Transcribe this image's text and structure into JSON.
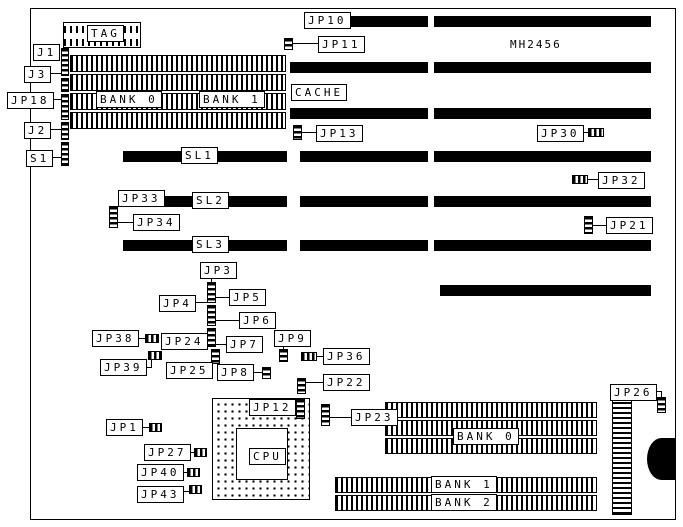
{
  "board": {
    "part_number": "MH2456"
  },
  "colors": {
    "background": "#ffffff",
    "ink": "#000000",
    "slot_fill": "#000000"
  },
  "labels": {
    "tag": "TAG",
    "j1": "J1",
    "j3": "J3",
    "jp18": "JP18",
    "j2": "J2",
    "s1": "S1",
    "bank0_top": "BANK 0",
    "bank1_top": "BANK 1",
    "cache": "CACHE",
    "jp10": "JP10",
    "jp11": "JP11",
    "jp13": "JP13",
    "jp30": "JP30",
    "jp32": "JP32",
    "jp21": "JP21",
    "jp33": "JP33",
    "jp34": "JP34",
    "sl1": "SL1",
    "sl2": "SL2",
    "sl3": "SL3",
    "jp3": "JP3",
    "jp4": "JP4",
    "jp5": "JP5",
    "jp6": "JP6",
    "jp38": "JP38",
    "jp24": "JP24",
    "jp7": "JP7",
    "jp9": "JP9",
    "jp39": "JP39",
    "jp25": "JP25",
    "jp8": "JP8",
    "jp36": "JP36",
    "jp22": "JP22",
    "jp12": "JP12",
    "jp23": "JP23",
    "jp1": "JP1",
    "jp27": "JP27",
    "cpu": "CPU",
    "jp40": "JP40",
    "jp43": "JP43",
    "jp26": "JP26",
    "bank0_bottom": "BANK 0",
    "bank1_bottom": "BANK 1",
    "bank2_bottom": "BANK 2"
  }
}
